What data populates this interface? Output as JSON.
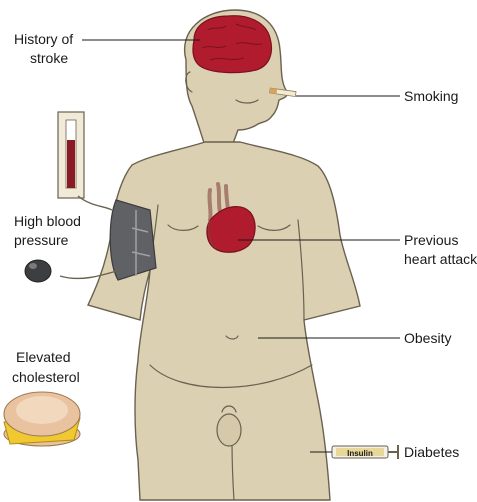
{
  "labels": {
    "stroke_line1": "History of",
    "stroke_line2": "stroke",
    "smoking": "Smoking",
    "bp_line1": "High blood",
    "bp_line2": "pressure",
    "heart_line1": "Previous",
    "heart_line2": "heart attack",
    "obesity": "Obesity",
    "chol_line1": "Elevated",
    "chol_line2": "cholesterol",
    "diabetes": "Diabetes",
    "syringe_text": "Insulin"
  },
  "colors": {
    "skin": "#dcd0b3",
    "outline": "#6a6150",
    "organ_red": "#b01c2e",
    "cuff_gray": "#5f6165",
    "text": "#1a1a1a"
  }
}
